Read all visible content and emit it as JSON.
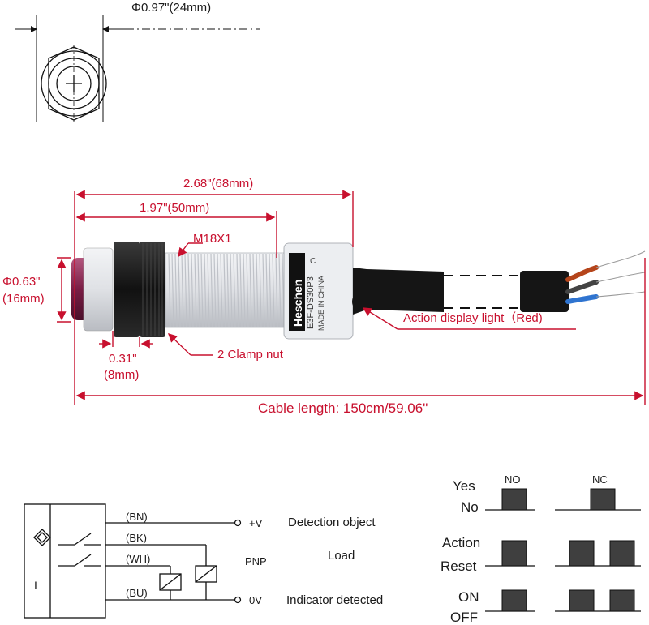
{
  "top_view": {
    "diameter_label": "Φ0.97\"(24mm)"
  },
  "dimensions": {
    "total_length": "2.68\"(68mm)",
    "body_length": "1.97\"(50mm)",
    "thread": "M18X1",
    "diameter_in": "Φ0.63\"",
    "diameter_mm": "(16mm)",
    "nut_in": "0.31\"",
    "nut_mm": "(8mm)",
    "cable_length": "Cable length: 150cm/59.06\""
  },
  "callouts": {
    "clamp_nut": "2 Clamp nut",
    "display_light": "Action display light（Red)"
  },
  "sensor_body": {
    "brand": "Heschen",
    "model": "E3F-DS30P3",
    "origin": "MADE IN CHINA",
    "mark": "C"
  },
  "wiring": {
    "wires": [
      "(BN)",
      "(BK)",
      "(WH)",
      "(BU)"
    ],
    "plus_v": "+V",
    "zero_v": "0V",
    "type": "PNP",
    "sensor_mark": "I",
    "detection_object": "Detection object",
    "load": "Load",
    "indicator": "Indicator detected"
  },
  "timing": {
    "col_no": "NO",
    "col_nc": "NC",
    "rows": [
      {
        "top": "Yes",
        "bottom": "No"
      },
      {
        "top": "Action",
        "bottom": "Reset"
      },
      {
        "top": "ON",
        "bottom": "OFF"
      }
    ]
  },
  "colors": {
    "dimension_red": "#c8102e",
    "line_black": "#1a1a1a",
    "sensor_body": "#e4e6ea",
    "lens": "#7a1d45",
    "wire_brown": "#b5451b",
    "wire_blue": "#2f74d0"
  }
}
